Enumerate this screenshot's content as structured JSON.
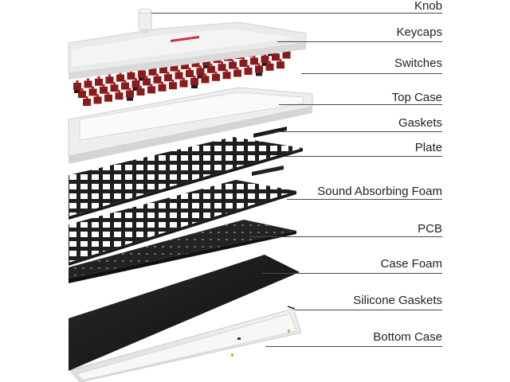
{
  "colors": {
    "background": "#ffffff",
    "text": "#222222",
    "leader": "#4a4a4a",
    "switch_red": "#8b1a1a",
    "plate": "#1e1e1e",
    "foam": "#141414",
    "case_white": "#e9e9e9"
  },
  "labels": [
    {
      "id": "knob",
      "text": "Knob"
    },
    {
      "id": "keycaps",
      "text": "Keycaps"
    },
    {
      "id": "switches",
      "text": "Switches"
    },
    {
      "id": "top-case",
      "text": "Top Case"
    },
    {
      "id": "gaskets",
      "text": "Gaskets"
    },
    {
      "id": "plate",
      "text": "Plate"
    },
    {
      "id": "sound-absorbing-foam",
      "text": "Sound Absorbing Foam"
    },
    {
      "id": "pcb",
      "text": "PCB"
    },
    {
      "id": "case-foam",
      "text": "Case Foam"
    },
    {
      "id": "silicone-gaskets",
      "text": "Silicone Gaskets"
    },
    {
      "id": "bottom-case",
      "text": "Bottom Case"
    }
  ]
}
